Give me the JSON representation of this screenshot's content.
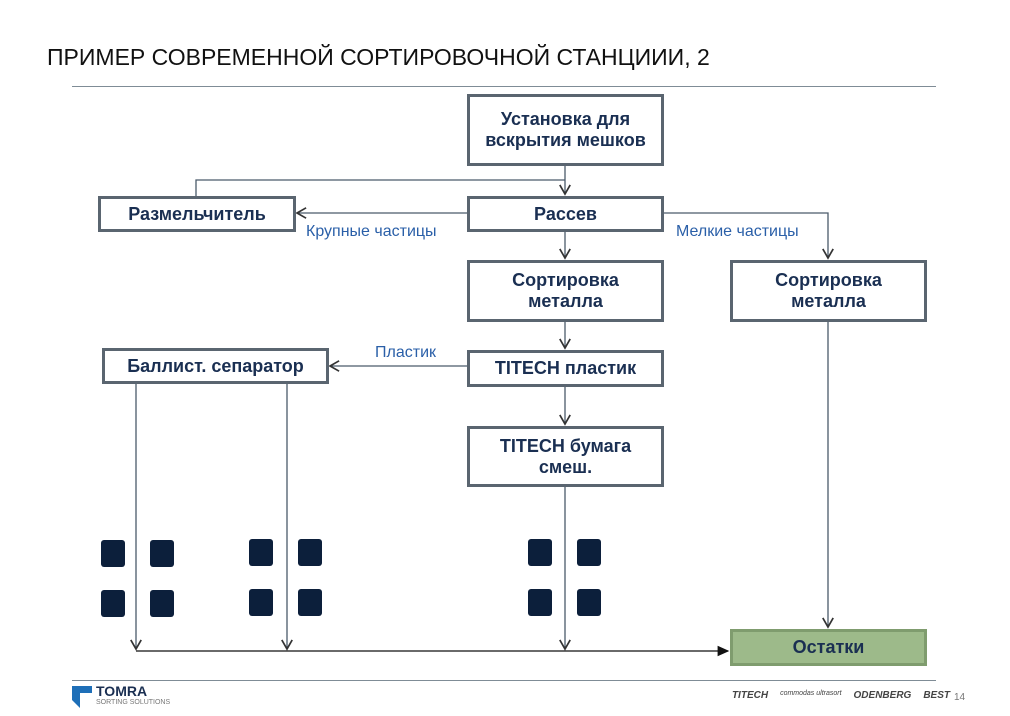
{
  "title": "ПРИМЕР СОВРЕМЕННОЙ СОРТИРОВОЧНОЙ СТАНЦИИИ, 2",
  "boxes": {
    "bag_opener": "Установка для вскрытия мешков",
    "shredder": "Размельчитель",
    "screening": "Рассев",
    "metal_sort_center": "Сортировка металла",
    "metal_sort_right": "Сортировка металла",
    "ballistic": "Баллист. сепаратор",
    "titech_plastic": "TITECH пластик",
    "titech_paper": "TITECH бумага смеш.",
    "residue": "Остатки"
  },
  "labels": {
    "coarse": "Крупные частицы",
    "fine": "Мелкие частицы",
    "plastic": "Пластик"
  },
  "footer": {
    "brand": "TOMRA",
    "brand_sub": "SORTING SOLUTIONS",
    "partners": [
      "TITECH",
      "commodas ultrasort",
      "ODENBERG",
      "BEST"
    ],
    "page": "14"
  },
  "colors": {
    "box_border": "#5a6570",
    "box_text": "#1a2f52",
    "label": "#2a5fa8",
    "residue_fill": "#9dba8a",
    "square": "#0c1f3b"
  }
}
